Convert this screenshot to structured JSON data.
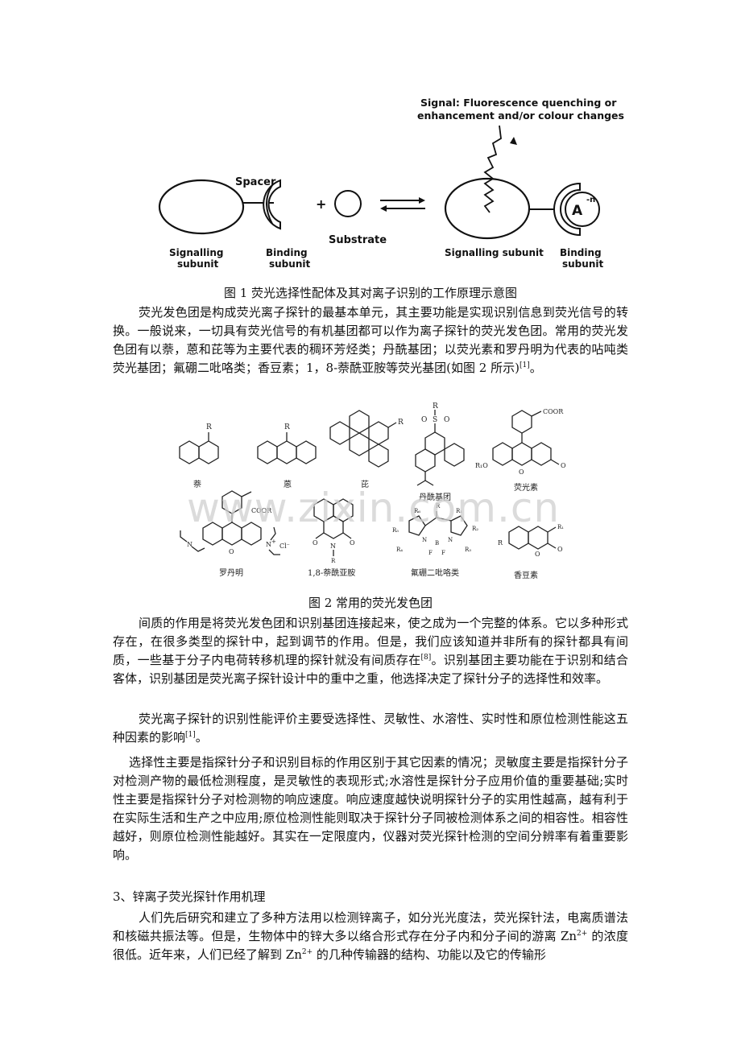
{
  "figure1": {
    "signal_line1": "Signal: Fluorescence quenching or",
    "signal_line2": "enhancement and/or colour changes",
    "spacer": "Spacer",
    "plus": "+",
    "substrate": "Substrate",
    "left_signalling_1": "Signalling",
    "left_signalling_2": "subunit",
    "left_binding_1": "Binding",
    "left_binding_2": "subunit",
    "right_signalling": "Signalling subunit",
    "right_binding_1": "Binding",
    "right_binding_2": "subunit",
    "anion": "A",
    "anion_charge": "-n",
    "caption": "图 1 荧光选择性配体及其对离子识别的工作原理示意图"
  },
  "intro_paragraph": {
    "text": "荧光发色团是构成荧光离子探针的最基本单元，其主要功能是实现识别信息到荧光信号的转换。一般说来，一切具有荧光信号的有机基团都可以作为离子探针的荧光发色团。常用的荧光发色团有以萘，蒽和芘等为主要代表的稠环芳烃类；丹酰基团；以荧光素和罗丹明为代表的呫吨类荧光基团；氟硼二吡咯类；香豆素；1，8-萘酰亚胺等荧光基团(如图 2 所示)",
    "ref": "[1]",
    "end": "。"
  },
  "figure2": {
    "labels": {
      "naphthalene": "萘",
      "anthracene": "蒽",
      "pyrene": "芘",
      "dansyl": "丹酰基团",
      "fluorescein": "荧光素",
      "rhodamine": "罗丹明",
      "naphthalimide": "1,8-萘酰亚胺",
      "bodipy": "氟硼二吡咯类",
      "coumarin": "香豆素"
    },
    "atoms": {
      "R": "R",
      "S": "S",
      "O": "O",
      "N": "N",
      "B": "B",
      "F": "F",
      "COOR": "COOR",
      "R1O": "R₁O",
      "R1": "R₁",
      "R2": "R₂",
      "R3": "R₃",
      "R4": "R₄",
      "R5": "R₅",
      "R6": "R₆",
      "Cl": "Cl⁻",
      "plus": "+"
    },
    "caption": "图 2 常用的荧光发色团"
  },
  "watermark": "www.zixin.com.cn",
  "paragraphs": {
    "p2": {
      "text": "间质的作用是将荧光发色团和识别基团连接起来，使之成为一个完整的体系。它以多种形式存在，在很多类型的探针中，起到调节的作用。但是，我们应该知道并非所有的探针都具有间质，一些基于分子内电荷转移机理的探针就没有间质存在",
      "ref": "[8]",
      "rest": "。识别基团主要功能在于识别和结合客体，识别基团是荧光离子探针设计中的重中之重，他选择决定了探针分子的选择性和效率。"
    },
    "p3": {
      "text": "荧光离子探针的识别性能评价主要受选择性、灵敏性、水溶性、实时性和原位检测性能这五种因素的影响",
      "ref": "[1]",
      "rest": "。"
    },
    "p4": {
      "text": "选择性主要是指探针分子和识别目标的作用区别于其它因素的情况；灵敏度主要是指探针分子对检测产物的最低检测程度，是灵敏性的表现形式;水溶性是探针分子应用价值的重要基础;实时性主要是指探针分子对检测物的响应速度。响应速度越快说明探针分子的实用性越高，越有利于在实际生活和生产之中应用;原位检测性能则取决于探针分子同被检测体系之间的相容性。相容性越好，则原位检测性能越好。其实在一定限度内，仪器对荧光探针检测的空间分辨率有着重要影响。"
    },
    "heading3": "3、锌离子荧光探针作用机理",
    "p5": {
      "a": "人们先后研究和建立了多种方法用以检测锌离子，如分光光度法，荧光探针法，电离质谱法和核磁共振法等。但是，生物体中的锌大多以络合形式存在分子内和分子间的游离 Zn",
      "sup1": "2+",
      "b": " 的浓度很低。近年来，人们已经了解到 Zn",
      "sup2": "2+",
      "c": " 的几种传输器的结构、功能以及它的传输形"
    }
  }
}
